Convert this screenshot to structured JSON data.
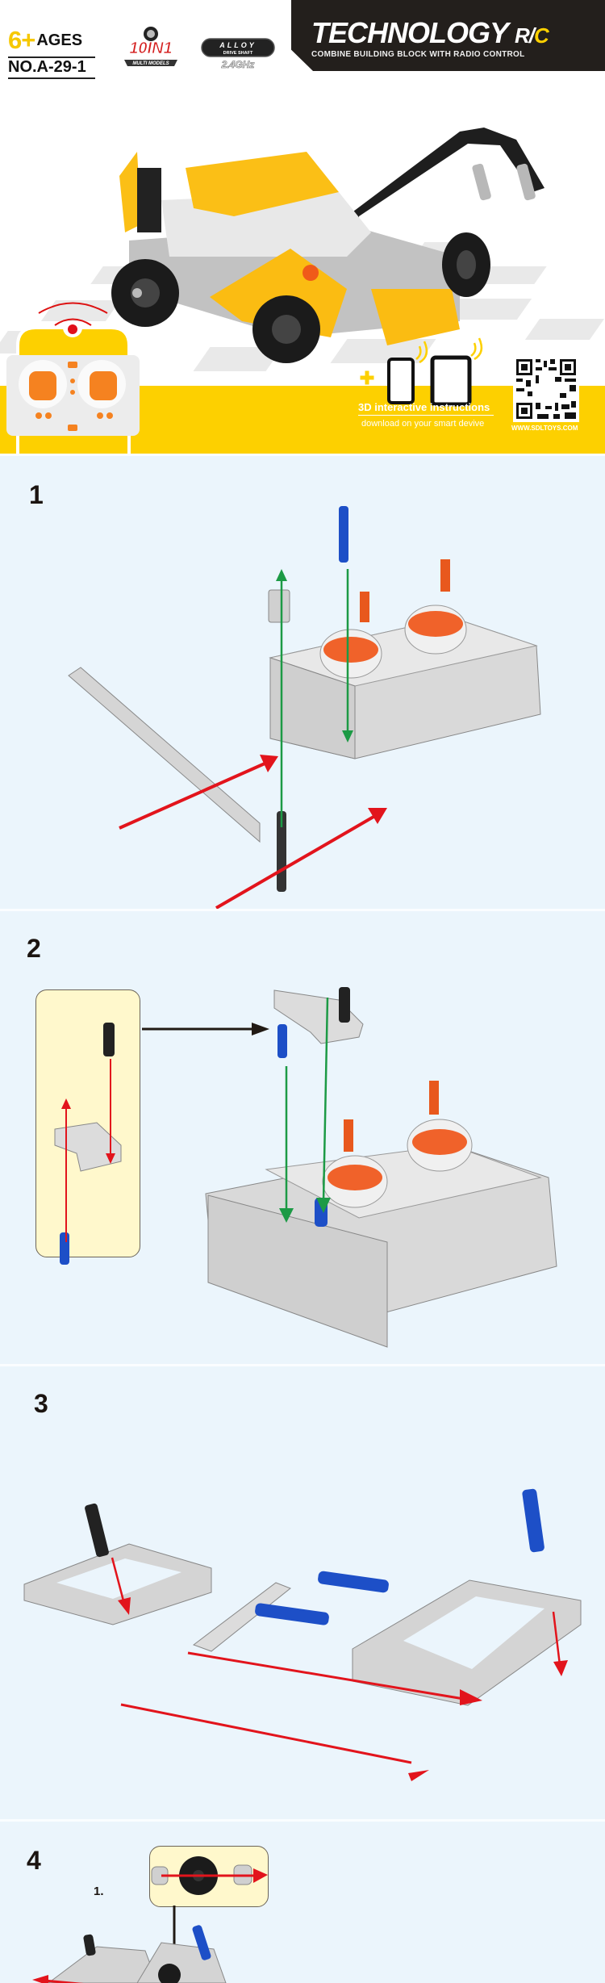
{
  "header": {
    "age_number": "6+",
    "age_label": "AGES",
    "model_number": "NO.A-29-1",
    "badge_10in1": {
      "title": "10IN1",
      "subtitle": "MULTI MODELS"
    },
    "badge_alloy": {
      "title": "ALLOY",
      "subtitle": "DRIVE SHAFT",
      "frequency": "2.4GHz"
    },
    "brand_title": "TECHNOLOGY",
    "brand_suffix_r": "R/",
    "brand_suffix_c": "C",
    "brand_tagline": "COMBINE BUILDING BLOCK WITH RADIO CONTROL",
    "product_image": "yellow-rc-crane-truck",
    "remote_image": "remote-control",
    "promo_title": "3D interactive instructions",
    "promo_subtitle": "download on your smart devive",
    "qr_label": "WWW.SDLTOYS.COM",
    "colors": {
      "brand_yellow": "#fdd000",
      "banner_dark": "#231f1c",
      "step_bg": "#ebf5fc"
    }
  },
  "steps": [
    {
      "number": "1",
      "arrows": [
        "green-up",
        "green-down",
        "red",
        "red"
      ]
    },
    {
      "number": "2",
      "callout": true,
      "arrows": [
        "black-right",
        "green-down",
        "green-down",
        "red-up",
        "red-down"
      ]
    },
    {
      "number": "3",
      "arrows": [
        "red",
        "red",
        "red",
        "red"
      ]
    },
    {
      "number": "4",
      "substep": "1.",
      "callout": true,
      "arrows": [
        "black-down",
        "red-right",
        "red-left"
      ]
    }
  ]
}
